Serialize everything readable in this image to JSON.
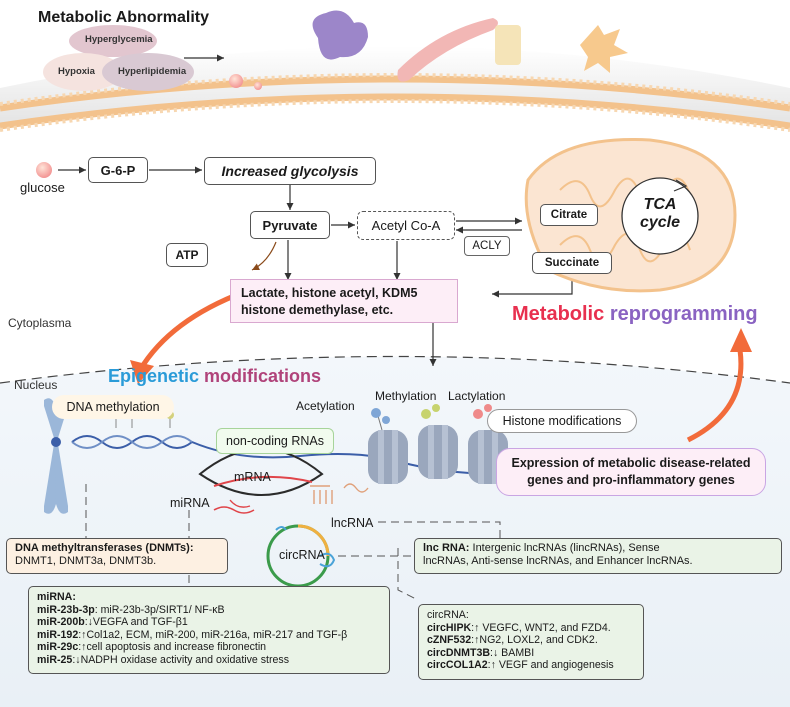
{
  "header": {
    "title": "Metabolic Abnormality"
  },
  "abnormalities": [
    "Hyperglycemia",
    "Hypoxia",
    "Hyperlipidemia"
  ],
  "glycolysis": {
    "glucose": "glucose",
    "g6p": "G-6-P",
    "increased": "Increased glycolysis",
    "pyruvate": "Pyruvate",
    "acetyl": "Acetyl Co-A",
    "atp": "ATP",
    "acly": "ACLY",
    "citrate": "Citrate",
    "succinate": "Succinate",
    "tca": "TCA cycle"
  },
  "lactate_box": {
    "line1": "Lactate, histone acetyl, KDM5",
    "line2": "histone demethylase, etc."
  },
  "regions": {
    "cytoplasma": "Cytoplasma",
    "nucleus": "Nucleus"
  },
  "headlines": {
    "metabolic_reprogramming": "Metabolic reprogramming",
    "epigenetic_modifications": "Epigenetic modifications"
  },
  "epigenetics": {
    "dna_methylation": "DNA methylation",
    "noncoding": "non-coding RNAs",
    "acetylation": "Acetylation",
    "methylation": "Methylation",
    "lactylation": "Lactylation",
    "histone_mods": "Histone modifications",
    "mrna": "mRNA",
    "mirna": "miRNA",
    "lncrna": "lncRNA",
    "circrna": "circRNA"
  },
  "expression_box": {
    "line1": "Expression of metabolic disease-related",
    "line2": "genes and pro-inflammatory genes"
  },
  "dnmt_box": {
    "title": "DNA methyltransferases (DNMTs):",
    "body": "DNMT1, DNMT3a, DNMT3b."
  },
  "lnc_box": {
    "title": "lnc RNA:",
    "line1": " Intergenic lncRNAs (lincRNAs), Sense",
    "line2": "lncRNAs, Anti-sense lncRNAs, and Enhancer lncRNAs."
  },
  "mirna_box": {
    "header": "miRNA:",
    "rows": [
      {
        "name": "miR-23b-3p",
        "text": ": miR-23b-3p/SIRT1/ NF-κB"
      },
      {
        "name": "miR-200b",
        "text": ":↓VEGFA and TGF-β1"
      },
      {
        "name": "miR-192",
        "text": ":↑Col1a2, ECM, miR-200, miR-216a, miR-217 and TGF-β"
      },
      {
        "name": "miR-29c",
        "text": ":↑cell apoptosis and increase fibronectin"
      },
      {
        "name": "miR-25",
        "text": ":↓NADPH oxidase activity and oxidative stress"
      }
    ]
  },
  "circ_box": {
    "header": "circRNA:",
    "rows": [
      {
        "name": "circHIPK",
        "text": ":↑ VEGFC, WNT2, and FZD4."
      },
      {
        "name": "cZNF532",
        "text": ":↑NG2, LOXL2, and CDK2."
      },
      {
        "name": "circDNMT3B",
        "text": ":↓ BAMBI"
      },
      {
        "name": "circCOL1A2",
        "text": ":↑ VEGF and angiogenesis"
      }
    ]
  },
  "colors": {
    "accent_orange": "#f26b3a",
    "reprogramming_start": "#e8304f",
    "reprogramming_end": "#2a9bd8",
    "note_fill": "#eaf3e7",
    "pink_fill": "#fdeef7",
    "nucleus_fill": "#eef4f9"
  }
}
